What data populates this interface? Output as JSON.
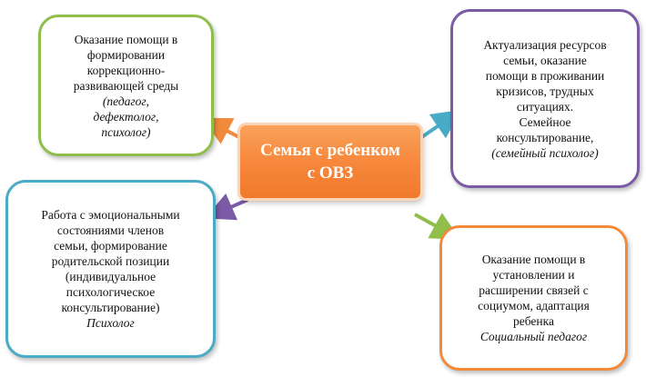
{
  "center": {
    "lines": [
      "Семья с ребенком",
      "с ОВЗ"
    ],
    "color": "#f7863a"
  },
  "nodes": {
    "top_left": {
      "color": "#8fbf4a",
      "lines": [
        "Оказание помощи в",
        "формировании",
        "коррекционно-",
        "развивающей среды"
      ],
      "role_lines": [
        "(педагог,",
        "дефектолог,",
        "психолог)"
      ]
    },
    "top_right": {
      "color": "#7b5aa6",
      "lines": [
        "Актуализация ресурсов",
        "семьи, оказание",
        "помощи в проживании",
        "кризисов, трудных",
        "ситуациях.",
        "Семейное",
        "консультирование,"
      ],
      "role_lines": [
        "(семейный психолог)"
      ]
    },
    "bottom_left": {
      "color": "#4aabc6",
      "lines": [
        "Работа с эмоциональными",
        "состояниями членов",
        "семьи, формирование",
        "родительской позиции",
        "(индивидуальное",
        "психологическое",
        "консультирование)"
      ],
      "role_lines": [
        "Психолог"
      ]
    },
    "bottom_right": {
      "color": "#f28a3c",
      "lines": [
        "Оказание помощи в",
        "установлении и",
        "расширении связей с",
        "социумом, адаптация",
        "ребенка"
      ],
      "role_lines": [
        "Социальный педагог"
      ]
    }
  },
  "arrows": {
    "to_top_left_color": "#f28a3c",
    "to_top_right_color": "#4aabc6",
    "to_bottom_left_color": "#7b5aa6",
    "to_bottom_right_color": "#8fbf4a"
  }
}
